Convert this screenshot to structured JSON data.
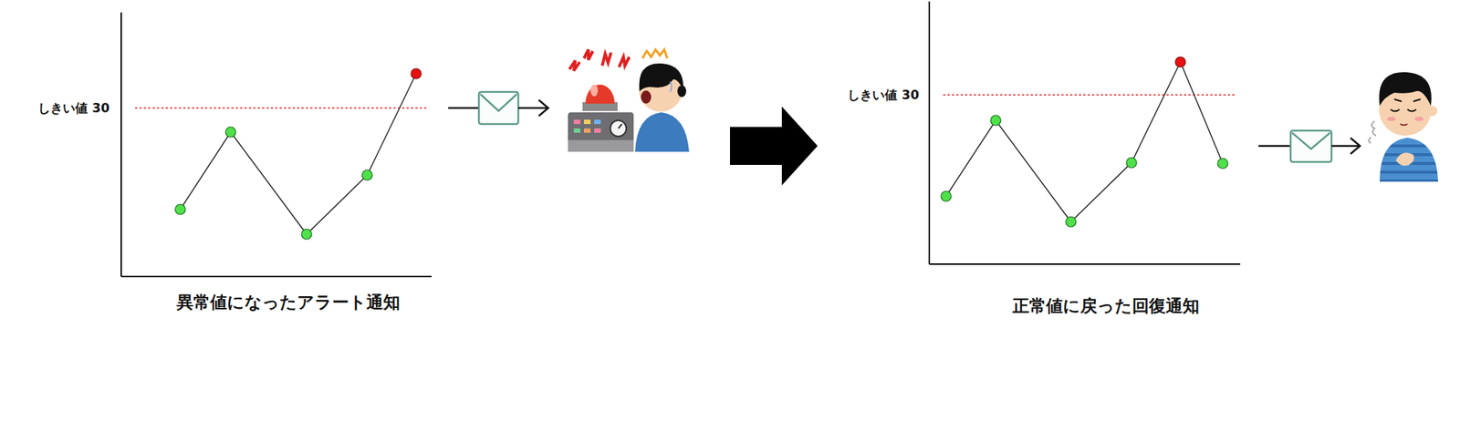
{
  "diagram": {
    "nodes": [
      {
        "text": [
          "しきい値 30",
          "異常値になったアラート通知"
        ]
      },
      {
        "text": [
          "しきい値 30",
          "正常値に戻った回復通知"
        ]
      }
    ],
    "edges": [
      {
        "from": 0,
        "to": 1,
        "arrow": "to"
      }
    ]
  }
}
